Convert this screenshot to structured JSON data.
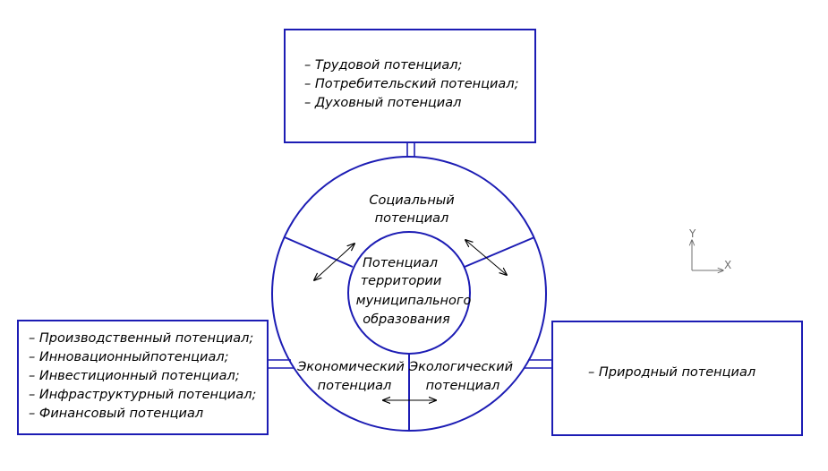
{
  "top_box": {
    "items": [
      "– Трудовой потенциал;",
      "– Потребительский потенциал;",
      "– Духовный потенциал"
    ]
  },
  "left_box": {
    "items": [
      "– Производственный потенциал;",
      "– Инновационныйпотенциал;",
      "– Инвестиционный потенциал;",
      "– Инфраструктурный потенциал;",
      "– Финансовый потенциал"
    ]
  },
  "right_box": {
    "items": [
      "– Природный потенциал"
    ]
  },
  "ring": {
    "social": [
      "Социальный",
      "потенциал"
    ],
    "economic": [
      "Экономический",
      "потенциал"
    ],
    "ecological": [
      "Экологический",
      "потенциал"
    ]
  },
  "center": {
    "lines": [
      "Потенциал",
      "территории",
      "муниципального",
      "образования"
    ]
  },
  "axes": {
    "y_label": "Y",
    "x_label": "X"
  },
  "colors": {
    "lines": "#1c1cb4",
    "text": "#000000",
    "axes": "#707070"
  }
}
